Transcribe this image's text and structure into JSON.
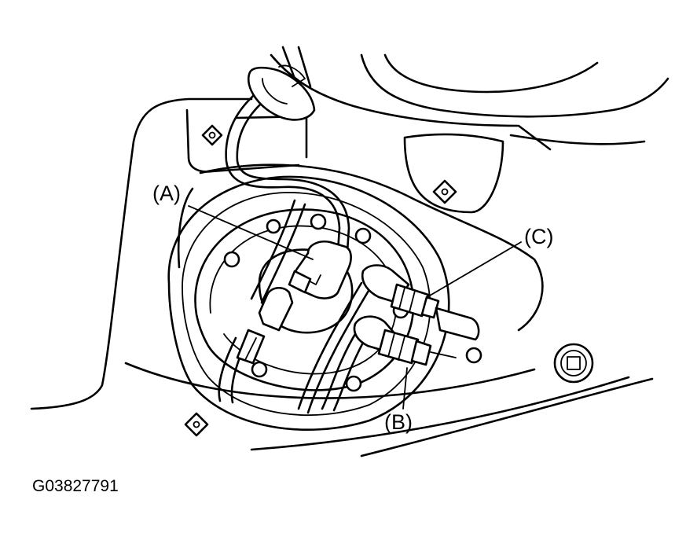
{
  "figure": {
    "callouts": {
      "a": "(A)",
      "b": "(B)",
      "c": "(C)"
    },
    "figure_code": "G03827791"
  }
}
